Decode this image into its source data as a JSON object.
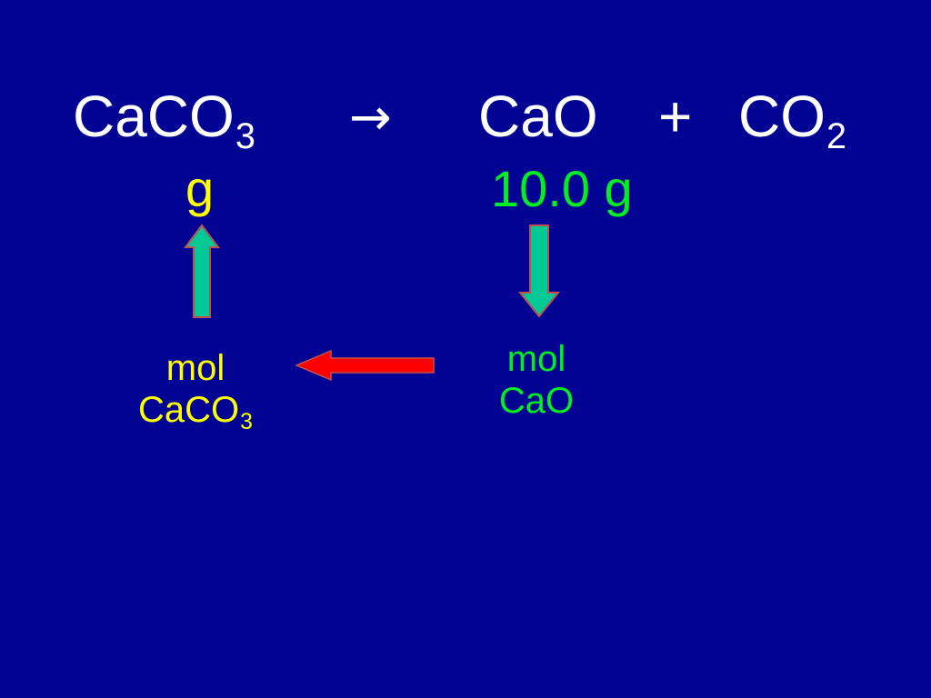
{
  "equation": {
    "reactant": {
      "formula": "CaCO",
      "subscript": "3"
    },
    "arrow": "→",
    "product1": {
      "formula": "CaO"
    },
    "plus": "+",
    "product2": {
      "formula": "CO",
      "subscript": "2"
    }
  },
  "quantities": {
    "reactant_mass": "g",
    "product_mass": "10.0 g"
  },
  "labels": {
    "reactant_mol_line1": "mol",
    "reactant_mol_line2": {
      "formula": "CaCO",
      "subscript": "3"
    },
    "product_mol_line1": "mol",
    "product_mol_line2": "CaO"
  },
  "colors": {
    "background": "#010392",
    "equation_text": "#ffffff",
    "reactant_text": "#ffff00",
    "product_text": "#00ee22",
    "vertical_arrow_fill": "#00c896",
    "vertical_arrow_stroke": "#c0504d",
    "horizontal_arrow_fill": "#ff0000"
  }
}
